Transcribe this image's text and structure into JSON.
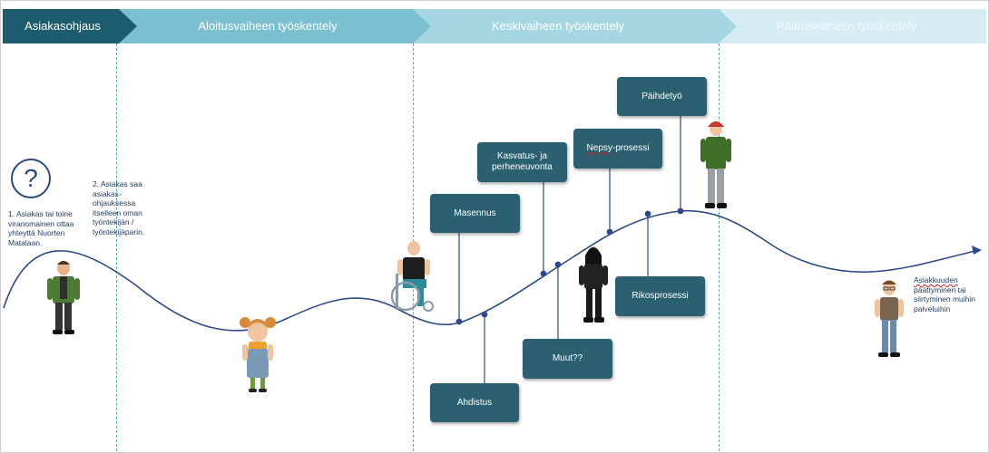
{
  "phases": [
    {
      "label": "Asiakasohjaus",
      "color": "#1d5c6e"
    },
    {
      "label": "Aloitusvaiheen työskentely",
      "color": "#7bbfd0"
    },
    {
      "label": "Keskivaiheen työskentely",
      "color": "#a5d6e1"
    },
    {
      "label": "Päätosvaiheen työskentely",
      "color": "#d6edf3"
    }
  ],
  "steps": {
    "step1": "1. Asiakas tai toine viranomainen ottaa yhteyttä Nuorten Matalaan.",
    "step2": "2. Asiakas saa asiakas-ohjauksessa itselleen oman työntekijän / työntekijäparin."
  },
  "question_icon": "?",
  "boxes": {
    "masennus": "Masennus",
    "kasvatus": "Kasvatus- ja perheneuvonta",
    "nepsy_word": "Nepsy",
    "nepsy_rest": "-prosessi",
    "paihdetyo": "Päihdetyö",
    "rikosprosessi": "Rikosprosessi",
    "muut": "Muut??",
    "ahdistus": "Ahdistus"
  },
  "end": {
    "word": "Asiakkuuden",
    "rest": "päättyminen tai siirtyminen muihin palveluihin"
  },
  "icons": [
    "question-icon",
    "person-green-jacket-icon",
    "girl-icon",
    "wheelchair-person-icon",
    "person-black-icon",
    "person-red-cap-icon",
    "person-glasses-icon",
    "arrow-head-icon"
  ]
}
